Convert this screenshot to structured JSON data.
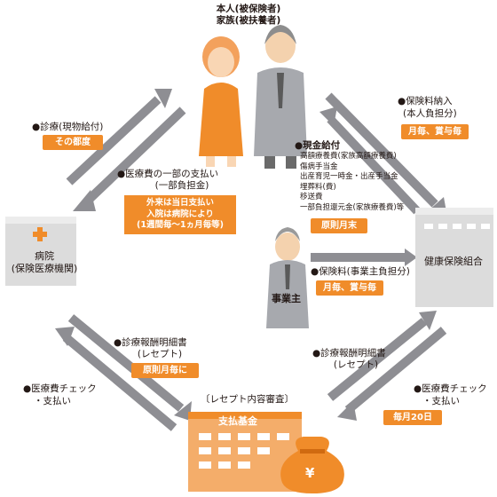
{
  "insured": {
    "line1": "本人(被保険者)",
    "line2": "家族(被扶養者)"
  },
  "hospital": {
    "line1": "病院",
    "line2": "(保険医療機関)"
  },
  "insurer": {
    "label": "健康保険組合"
  },
  "employer": {
    "label": "事業主"
  },
  "fund": {
    "review_label": "〔レセプト内容審査〕",
    "name": "支払基金",
    "yen_symbol": "¥"
  },
  "flows": {
    "treatment": {
      "label": "●診療(現物給付)",
      "badge": "その都度"
    },
    "copay": {
      "line1": "●医療費の一部の支払い",
      "line2": "(一部負担金)",
      "box_line1": "外来は当日支払い",
      "box_line2": "入院は病院により",
      "box_line3": "(1週間毎〜1ヵ月毎等)"
    },
    "premium_insured": {
      "line1": "●保険料納入",
      "line2": "(本人負担分)",
      "badge": "月毎、賞与毎"
    },
    "cash_benefits": {
      "title": "●現金給付",
      "items": [
        "高額療養費(家族高額療養費)",
        "傷病手当金",
        "出産育児一時金・出産手当金",
        "埋葬料(費)",
        "移送費",
        "一部負担還元金(家族療養費)等"
      ],
      "badge": "原則月末"
    },
    "premium_employer": {
      "label": "●保険料(事業主負担分)",
      "badge": "月毎、賞与毎"
    },
    "receipt_hospital": {
      "line1": "●診療報酬明細書",
      "line2": "(レセプト)",
      "badge": "原則月毎に"
    },
    "check_hospital": {
      "line1": "●医療費チェック",
      "line2": "・支払い"
    },
    "receipt_fund": {
      "line1": "●診療報酬明細書",
      "line2": "(レセプト)"
    },
    "check_fund": {
      "line1": "●医療費チェック",
      "line2": "・支払い",
      "badge": "毎月20日"
    }
  },
  "colors": {
    "accent": "#f08c2a",
    "arrow_gray": "#8e8e93",
    "building_gray": "#d8d8d8"
  }
}
